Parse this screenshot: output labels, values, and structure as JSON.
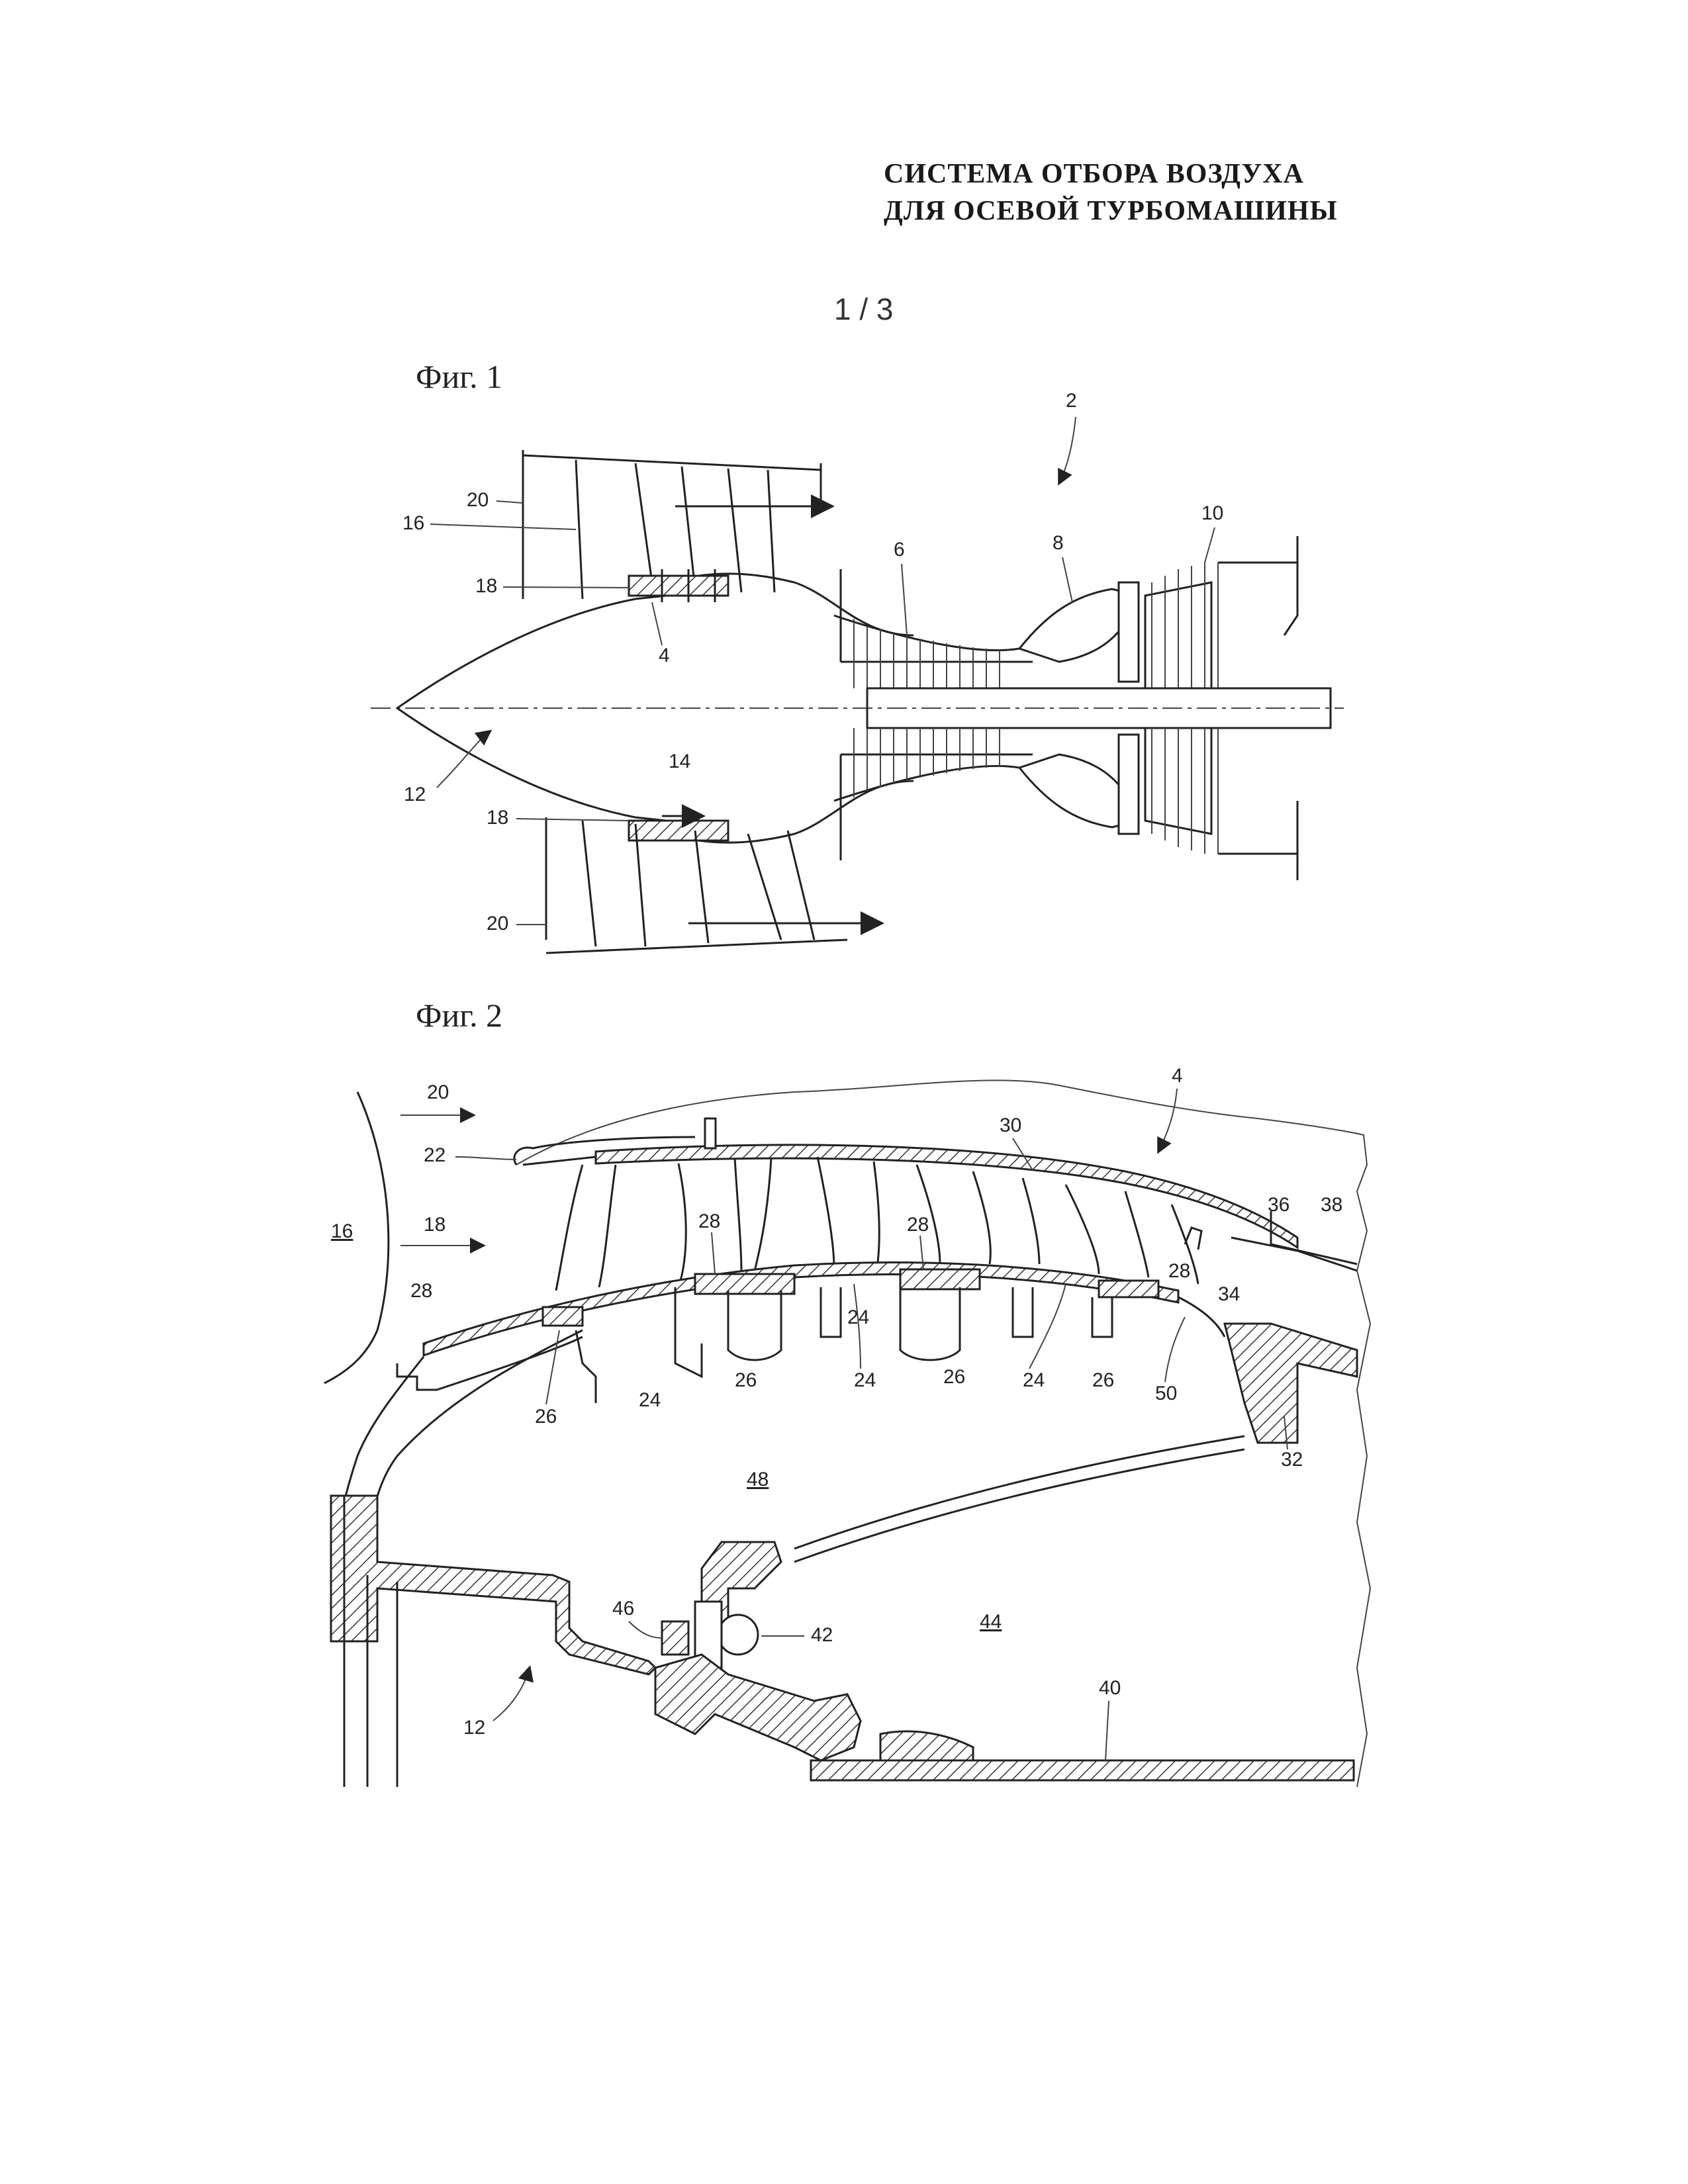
{
  "title": {
    "line1": "СИСТЕМА ОТБОРА ВОЗДУХА",
    "line2": "ДЛЯ ОСЕВОЙ ТУРБОМАШИНЫ"
  },
  "sheet": "1 / 3",
  "fig1": {
    "label": "Фиг. 1",
    "refs": {
      "r2": "2",
      "r4": "4",
      "r6": "6",
      "r8": "8",
      "r10": "10",
      "r12": "12",
      "r14": "14",
      "r16": "16",
      "r18a": "18",
      "r18b": "18",
      "r20a": "20",
      "r20b": "20"
    }
  },
  "fig2": {
    "label": "Фиг. 2",
    "refs": {
      "r20": "20",
      "r22": "22",
      "r16": "16",
      "r18": "18",
      "r28a": "28",
      "r28b": "28",
      "r28c": "28",
      "r28d": "28",
      "r30": "30",
      "r4": "4",
      "r36": "36",
      "r38": "38",
      "r34": "34",
      "r24a": "24",
      "r24b": "24",
      "r24c": "24",
      "r24d": "24",
      "r26a": "26",
      "r26b": "26",
      "r26c": "26",
      "r26d": "26",
      "r50": "50",
      "r32": "32",
      "r48": "48",
      "r46": "46",
      "r42": "42",
      "r44": "44",
      "r40": "40",
      "r12": "12"
    }
  }
}
